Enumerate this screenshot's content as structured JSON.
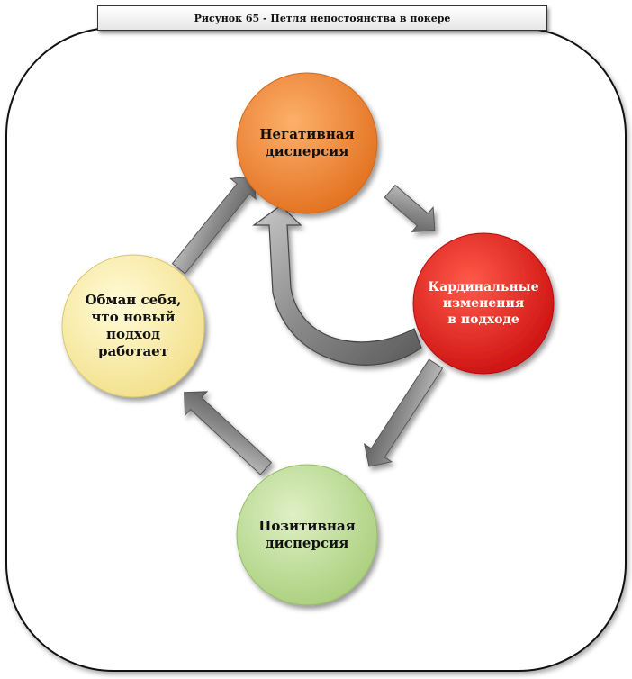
{
  "caption": "Рисунок 65 - Петля непостоянства в покере",
  "nodes": {
    "negative": {
      "text": "Негативная\nдисперсия",
      "color": "#f08a3a"
    },
    "cardinal": {
      "text": "Кардинальные\nизменения\nв подходе",
      "color": "#e8201e"
    },
    "positive": {
      "text": "Позитивная\nдисперсия",
      "color": "#bcdc95"
    },
    "selfdeception": {
      "text": "Обман себя,\nчто новый\nподход\nработает",
      "color": "#fbf0a6"
    }
  }
}
